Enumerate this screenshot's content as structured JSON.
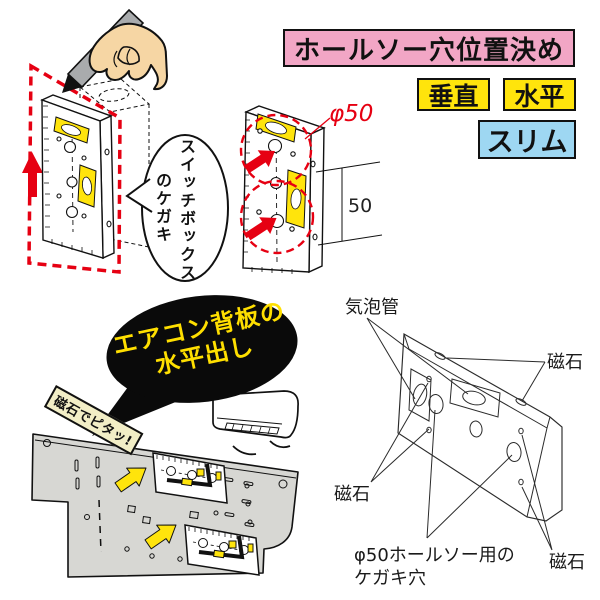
{
  "colors": {
    "pink": "#F2A6C5",
    "yellow": "#FFE40C",
    "blue": "#9ED7F2",
    "red": "#E60012",
    "cream": "#F2EEC6",
    "skin": "#F6D6A4",
    "plate": "#D7D7D3",
    "bubble_yellow": "#FFDF00",
    "ink": "#111111"
  },
  "header": {
    "title": "ホールソー穴位置決め",
    "badges": {
      "vertical": "垂直",
      "horizontal": "水平",
      "slim": "スリム"
    }
  },
  "marking_scene": {
    "bubble_line1": "スイッチボックス",
    "bubble_line2": "のケガキ"
  },
  "hole_scene": {
    "dia_label": "φ50",
    "pitch_label": "50"
  },
  "aircon_scene": {
    "bubble_line1": "エアコン背板の",
    "bubble_line2": "水平出し",
    "magnet_banner": "磁石でピタッ!"
  },
  "parts_diagram": {
    "vial_label": "気泡管",
    "magnet_top_label": "磁石",
    "magnet_left_label": "磁石",
    "magnet_bottom_label": "磁石",
    "hole_label_line1": "φ50ホールソー用の",
    "hole_label_line2": "ケガキ穴"
  }
}
